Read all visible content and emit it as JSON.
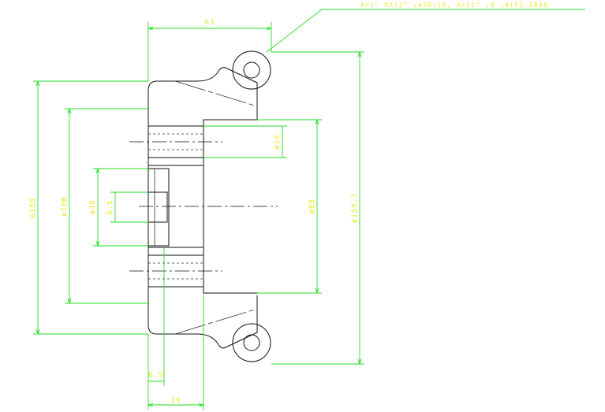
{
  "drawing": {
    "background_color": "#ffffff",
    "geometry_color": "#111111",
    "dimension_color": "#22dd22",
    "text_color": "#e8e820",
    "note": "4×1\" R1/2\" ↓ø20↓18, 6×11\" ↓8 ↓8(S1-1848",
    "dimensions": {
      "d63": "63",
      "d138": "ø138",
      "d100": "ø100",
      "d40": "ø40",
      "d16": "ø16",
      "d88": "ø88",
      "d1597": "ø159.7",
      "d6p5v": "6.5",
      "d6p5h": "6.5",
      "d29": "29"
    }
  }
}
